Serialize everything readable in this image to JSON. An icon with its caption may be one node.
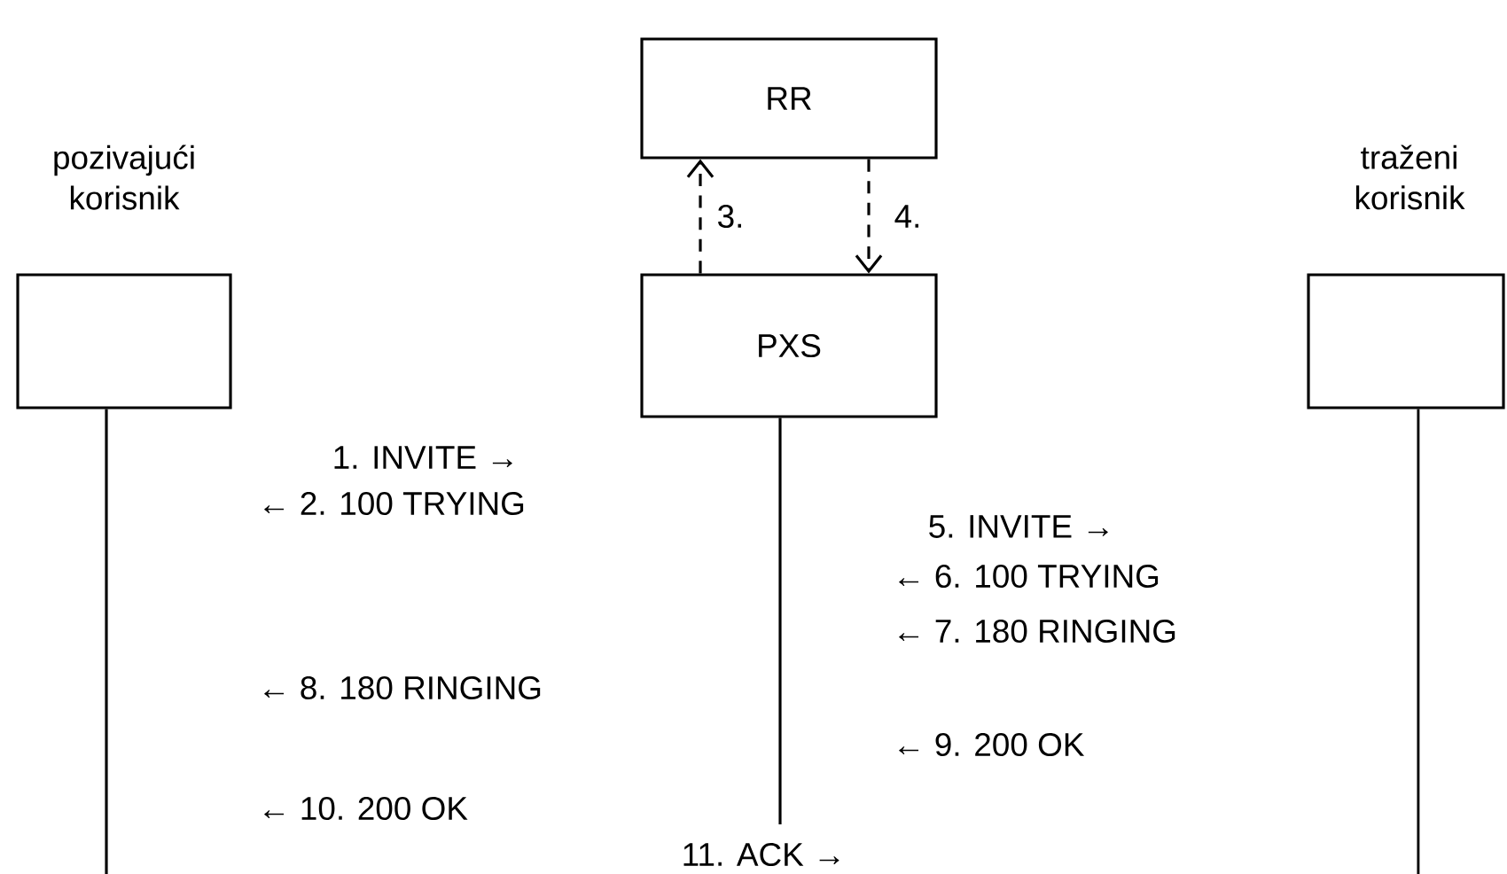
{
  "diagram": {
    "nodes": [
      {
        "text": [
          "RR"
        ]
      },
      {
        "text": [
          "PXS"
        ]
      },
      {
        "text": [
          "pozivajući korisnik"
        ]
      },
      {
        "text": [
          "traženi korisnik"
        ]
      }
    ],
    "edges": [
      {
        "from": 1,
        "to": 0,
        "arrow": "to",
        "style": "dashed",
        "label": "3."
      },
      {
        "from": 0,
        "to": 1,
        "arrow": "to",
        "style": "dashed",
        "label": "4."
      },
      {
        "from": 2,
        "to": null,
        "arrow": "none"
      },
      {
        "from": 1,
        "to": null,
        "arrow": "none"
      },
      {
        "from": 3,
        "to": null,
        "arrow": "none"
      }
    ],
    "labels": [
      "1. INVITE  →",
      "←  2. 100 TRYING",
      "5. INVITE  →",
      "←  6. 100 TRYING",
      "←  7. 180 RINGING",
      "←  8. 180 RINGING",
      "←  9. 200 OK",
      "←  10. 200 OK",
      "11. ACK  →"
    ]
  }
}
